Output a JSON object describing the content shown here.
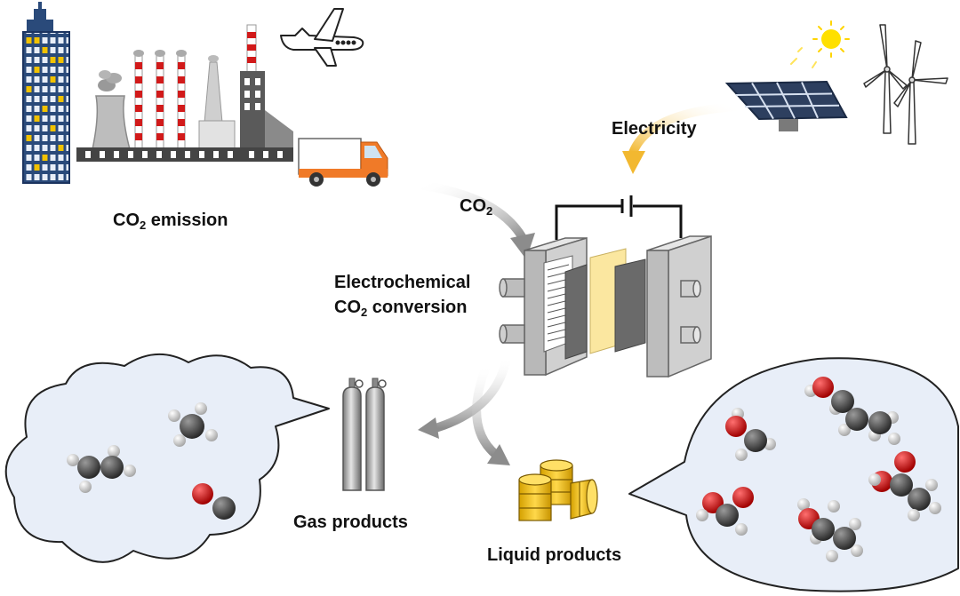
{
  "labels": {
    "co2_emission": {
      "main": "CO",
      "sub": "2",
      "rest": " emission"
    },
    "co2_flow": {
      "main": "CO",
      "sub": "2"
    },
    "electricity": "Electricity",
    "conversion_line1": "Electrochemical",
    "conversion_line2": {
      "main": "CO",
      "sub": "2",
      "rest": " conversion"
    },
    "gas_products": "Gas products",
    "liquid_products": "Liquid products"
  },
  "colors": {
    "arrow_gray": "#9a9a9a",
    "arrow_yellow": "#f2c24a",
    "cloud_fill": "#e8eef8",
    "molecule_carbon": "#4a4a4a",
    "molecule_hydrogen": "#d6d6d6",
    "molecule_oxygen": "#cc1f1f",
    "barrel_gold": "#f2c200",
    "membrane": "#fbe7a0",
    "building_blue": "#2a4a7a",
    "building_yellow": "#f2c200",
    "truck_orange": "#f07a28",
    "sun": "#ffe000",
    "chimney_red": "#d11a1a"
  },
  "icons": [
    "building-icon",
    "factory-icon",
    "airplane-icon",
    "truck-icon",
    "solar-panel-icon",
    "sun-icon",
    "wind-turbine-icon",
    "electrolyzer-icon",
    "gas-cylinder-icon",
    "barrel-icon",
    "molecule-icon"
  ]
}
